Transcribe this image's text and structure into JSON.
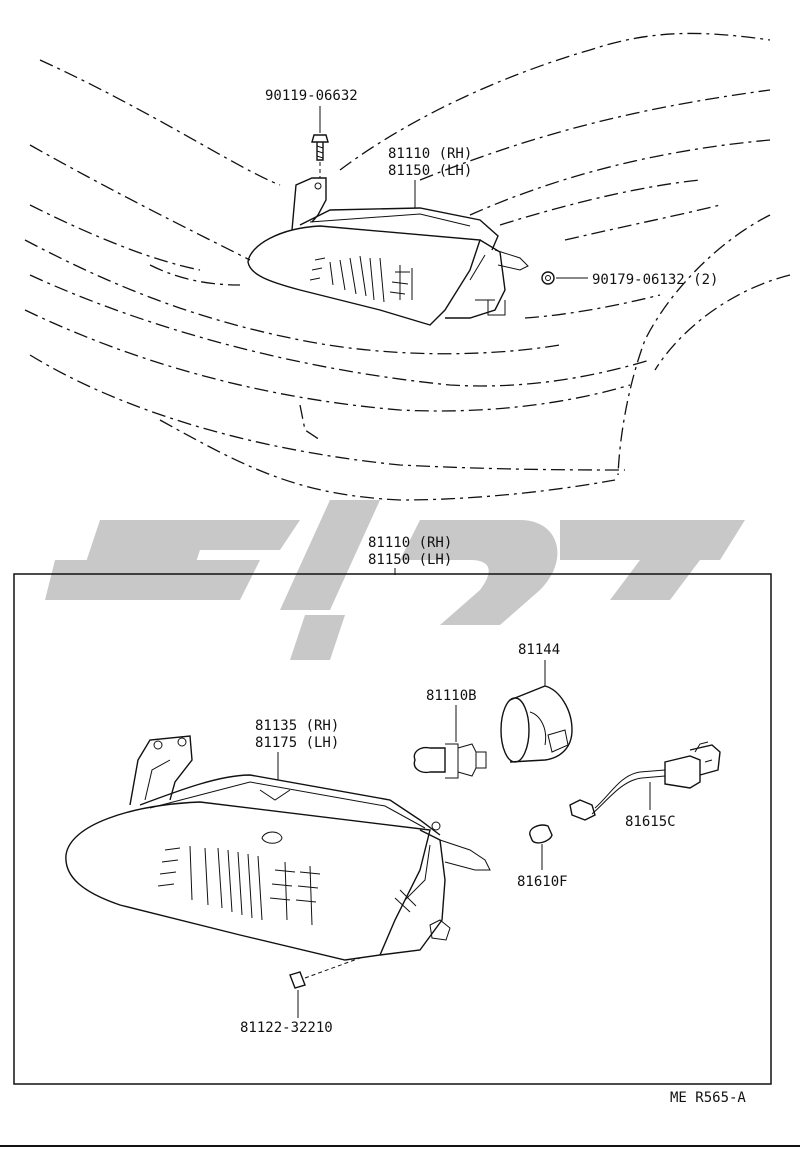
{
  "labels": {
    "bolt": "90119-06632",
    "top_headlamp_rh": "81110 (RH)",
    "top_headlamp_lh": "81150 (LH)",
    "nut": "90179-06132 (2)",
    "box_headlamp_rh": "81110 (RH)",
    "box_headlamp_lh": "81150 (LH)",
    "cover": "81144",
    "bulb": "81110B",
    "lens_rh": "81135 (RH)",
    "lens_lh": "81175 (LH)",
    "socket": "81615C",
    "small_bulb": "81610F",
    "adjuster": "81122-32210",
    "ref_code": "ME R565-A"
  },
  "colors": {
    "ink": "#111111",
    "watermark": "#c8c8c8",
    "background": "#ffffff"
  }
}
